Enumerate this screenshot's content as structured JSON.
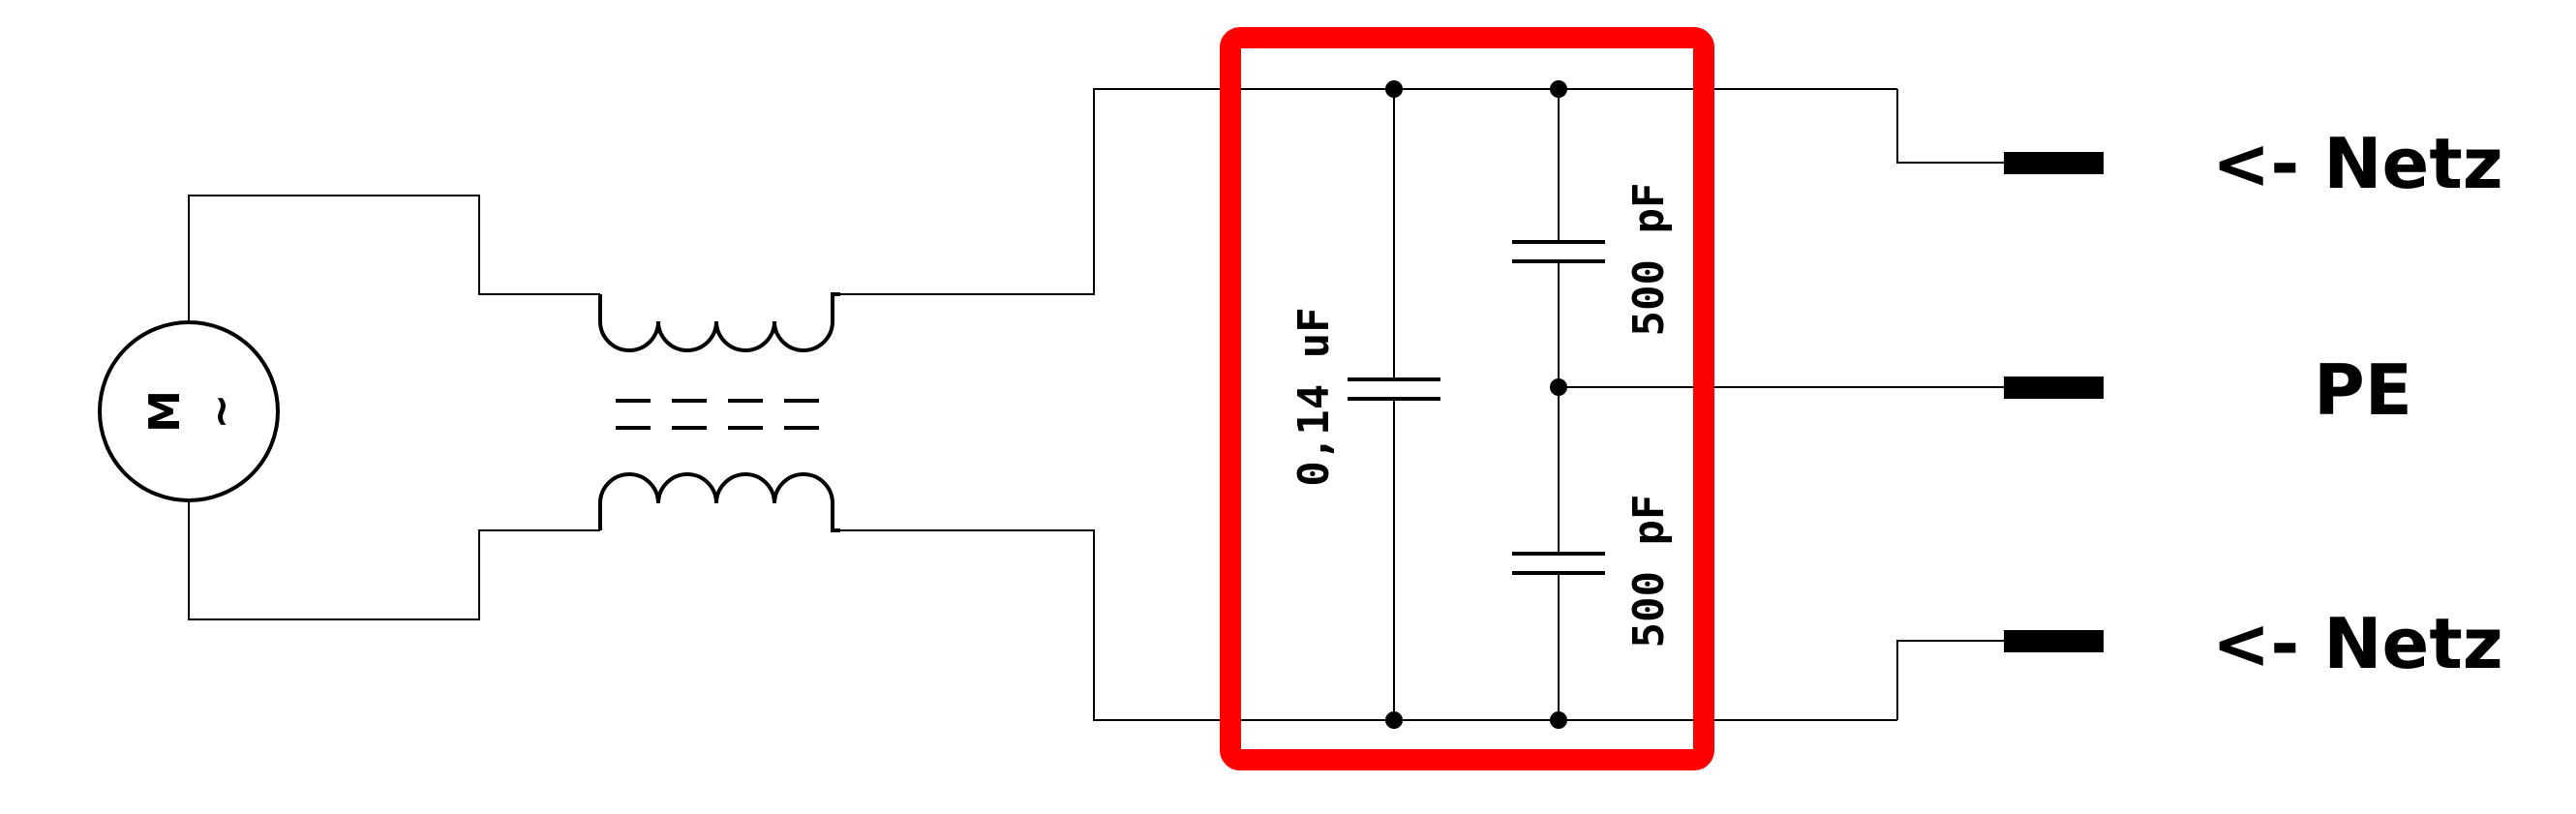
{
  "motor": {
    "letter": "M",
    "symbol": "~"
  },
  "capacitors": {
    "main": "0,14 uF",
    "upper": "500 pF",
    "lower": "500 pF"
  },
  "terminals": {
    "top": "<- Netz",
    "middle": "PE",
    "bottom": "<- Netz"
  },
  "colors": {
    "highlight": "#ff0000",
    "wire": "#000000",
    "background": "#ffffff"
  }
}
